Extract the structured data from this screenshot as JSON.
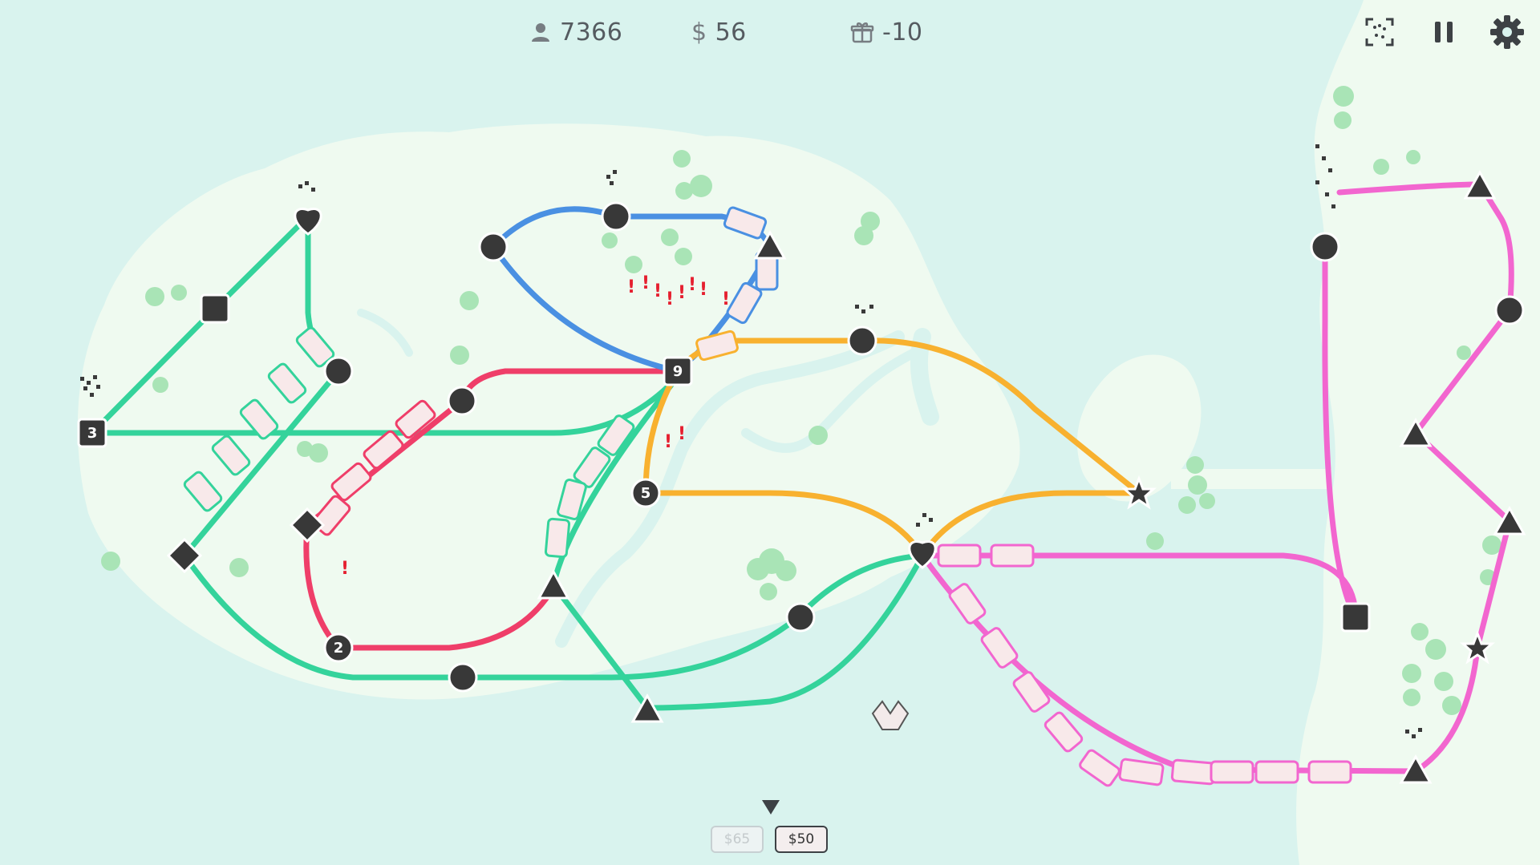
{
  "hud": {
    "passengers": "7366",
    "money": "56",
    "gifts": "-10",
    "icons": [
      "person-icon",
      "dollar-icon",
      "gift-icon"
    ]
  },
  "controls": {
    "icons": [
      "fit-view-icon",
      "pause-icon",
      "gear-icon"
    ]
  },
  "bottom": {
    "price_disabled": "$65",
    "price_active": "$50"
  },
  "stations": {
    "hub_label": "9",
    "left_square_label": "3",
    "south_label": "2",
    "central_label": "5"
  },
  "lines": {
    "blue": "#4a90e2",
    "red": "#ef3e69",
    "green": "#34d39b",
    "orange": "#f8b12f",
    "pink": "#f266cf"
  },
  "map_colors": {
    "water": "#d9f3ee",
    "land": "#effaf0",
    "tree": "#a9e4b6",
    "ink": "#3a3a3a"
  }
}
